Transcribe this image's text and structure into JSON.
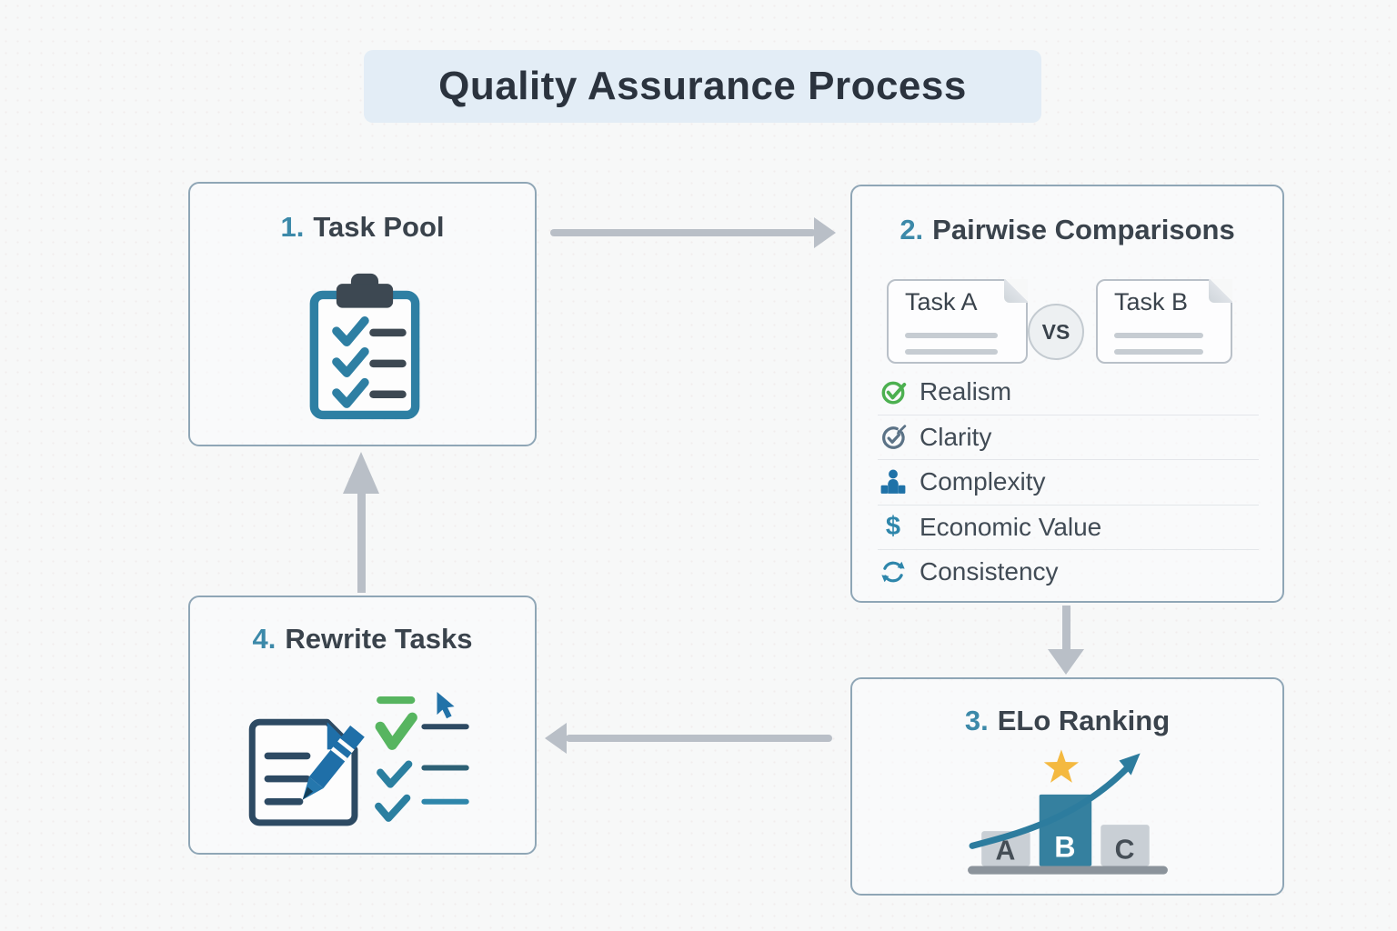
{
  "title": "Quality Assurance Process",
  "colors": {
    "accent_teal": "#3c89a9",
    "heading_dark": "#3a434c",
    "title_bg": "#e3edf6",
    "box_border": "#8fa6b6",
    "arrow_gray": "#b9bfc7",
    "green": "#4cb050",
    "blue": "#1f72a8",
    "teal": "#2e86ab",
    "gold": "#f4b940",
    "block_gray": "#c9cfd5"
  },
  "boxes": {
    "task_pool": {
      "number": "1.",
      "label": "Task Pool",
      "icon": "clipboard-checklist-icon"
    },
    "pairwise": {
      "number": "2.",
      "label": "Pairwise Comparisons",
      "card_a": {
        "title": "Task A"
      },
      "card_b": {
        "title": "Task B"
      },
      "vs": "VS",
      "criteria": [
        {
          "icon": "check-circle-icon",
          "label": "Realism"
        },
        {
          "icon": "target-arrow-icon",
          "label": "Clarity"
        },
        {
          "icon": "person-hierarchy-icon",
          "label": "Complexity"
        },
        {
          "icon": "dollar-icon",
          "label": "Economic Value",
          "glyph": "$"
        },
        {
          "icon": "refresh-icon",
          "label": "Consistency"
        }
      ]
    },
    "elo": {
      "number": "3.",
      "label": "ELo Ranking",
      "icon": "podium-star-arrow-icon",
      "blocks": [
        "A",
        "B",
        "C"
      ]
    },
    "rewrite": {
      "number": "4.",
      "label": "Rewrite Tasks",
      "icon": "document-pencil-checklist-icon"
    }
  },
  "flow": {
    "arrow_1": "task_pool to pairwise",
    "arrow_2": "pairwise to elo",
    "arrow_3": "elo to rewrite",
    "arrow_4": "rewrite to task_pool"
  }
}
